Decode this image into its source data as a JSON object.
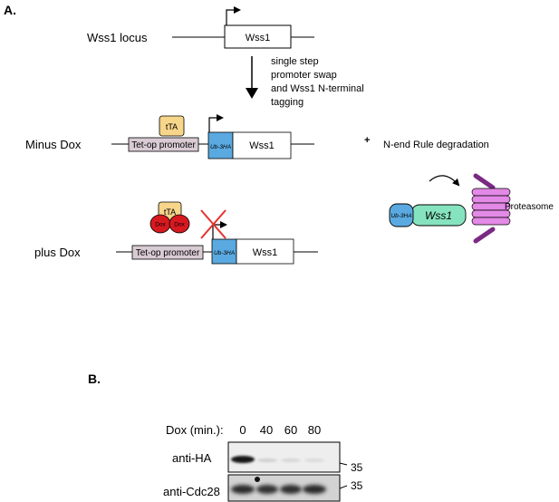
{
  "panel_a": {
    "label": "A.",
    "locus_label": "Wss1 locus",
    "locus_gene": "Wss1",
    "swap_text": [
      "single step",
      "promoter swap",
      "and Wss1 N-terminal",
      "tagging"
    ],
    "minus_dox": {
      "label": "Minus Dox",
      "tta": "tTA",
      "promoter": "Tet-op promoter",
      "tag": "Ub-3HA",
      "gene": "Wss1"
    },
    "plus_dox": {
      "label": "plus Dox",
      "tta": "tTA",
      "dox": [
        "Dox",
        "Dox"
      ],
      "promoter": "Tet-op promoter",
      "tag": "Ub-3HA",
      "gene": "Wss1"
    },
    "degradation": {
      "plus_sign": "+",
      "label": "N-end Rule degradation",
      "tag": "Ub-3HA",
      "protein": "Wss1",
      "proteasome": "Proteasome"
    },
    "colors": {
      "tta": "#f7d58a",
      "dox": "#d71920",
      "promoter": "#d9cbd3",
      "tag": "#5aa9e0",
      "wss1_protein": "#86e3bf",
      "proteasome_ring": "#e389e6",
      "proteasome_cap": "#7a2a82",
      "cross": "#e3342f"
    }
  },
  "panel_b": {
    "label": "B.",
    "dox_label": "Dox (min.):",
    "timepoints": [
      "0",
      "40",
      "60",
      "80"
    ],
    "blots": [
      {
        "label": "anti-HA",
        "marker": "35"
      },
      {
        "label": "anti-Cdc28",
        "marker": "35"
      }
    ]
  }
}
